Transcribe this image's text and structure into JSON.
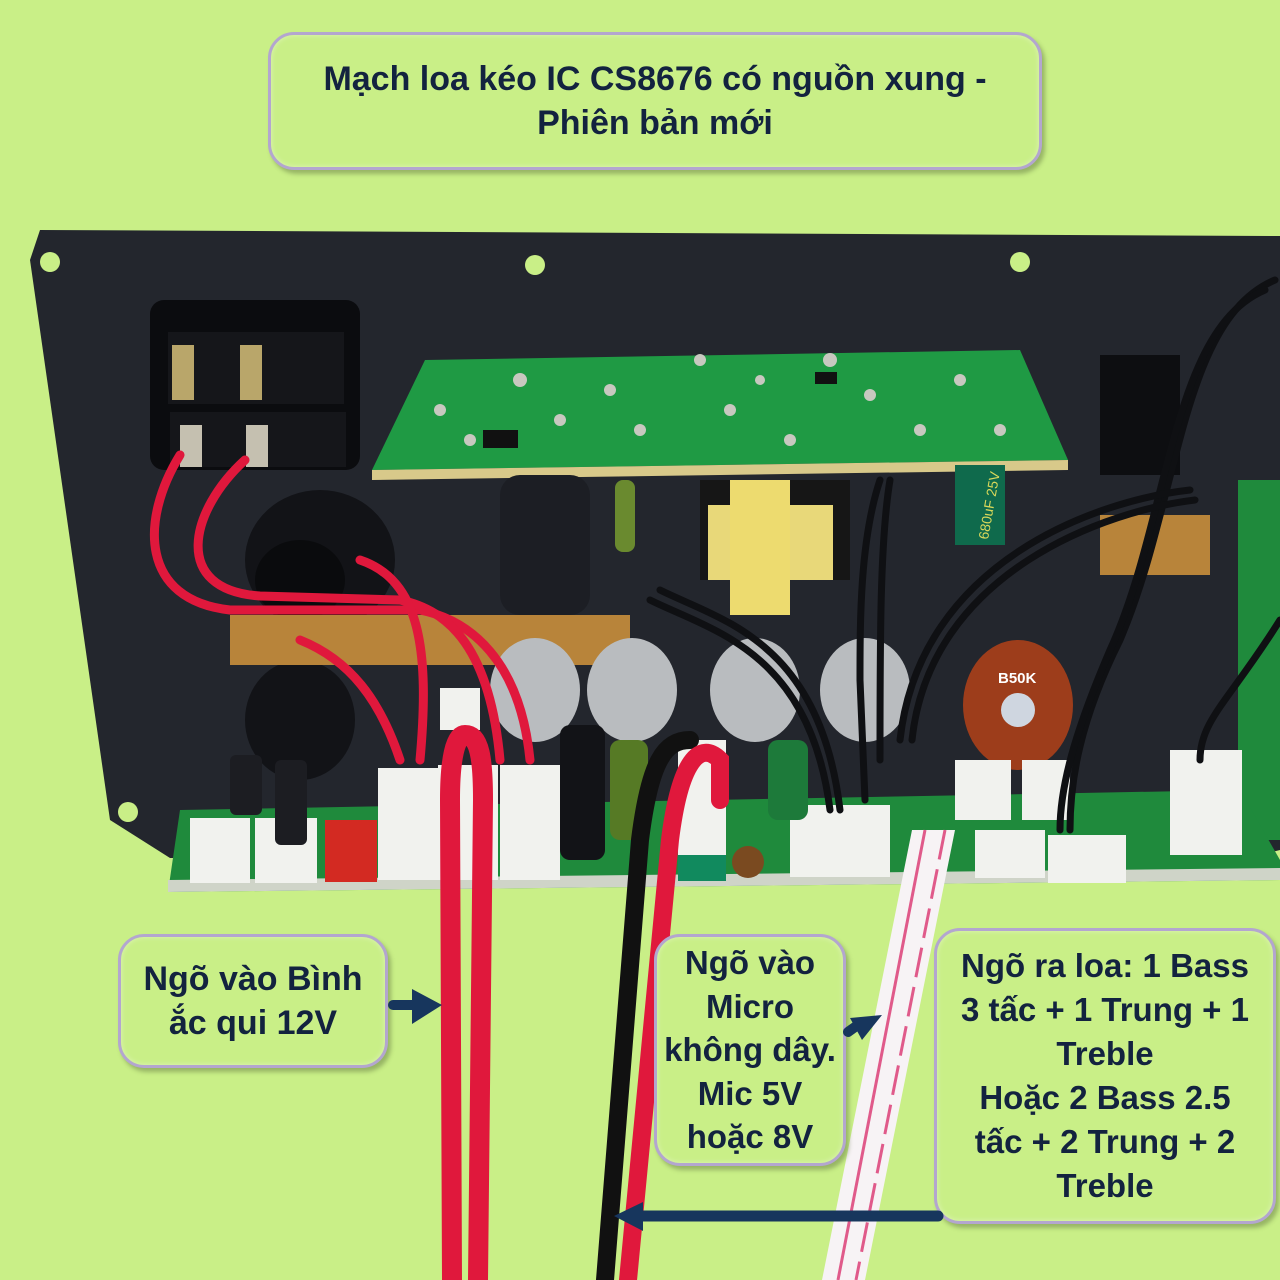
{
  "title": {
    "lines": [
      "Mạch loa kéo IC CS8676 có nguồn xung -",
      "Phiên bản mới"
    ]
  },
  "callouts": {
    "battery_input": {
      "lines": [
        "Ngõ vào Bình",
        "ắc qui 12V"
      ]
    },
    "mic_input": {
      "lines": [
        "Ngõ vào",
        "Micro",
        "không dây.",
        "Mic 5V",
        "hoặc 8V"
      ]
    },
    "speaker_output": {
      "lines": [
        "Ngõ ra loa: 1 Bass",
        "3 tấc + 1 Trung + 1",
        "Treble",
        "Hoặc 2 Bass 2.5",
        "tấc + 2 Trung + 2",
        "Treble"
      ]
    }
  },
  "component_labels": {
    "potentiometer": "B50K",
    "capacitor": "680uF 25V"
  },
  "colors": {
    "background": "#c9ef87",
    "text": "#13233f",
    "callout_border": "#b3a6cf",
    "arrow": "#17365d",
    "panel": "#23262d",
    "pcb": "#1f8a3c",
    "wire_red": "#e0183c"
  }
}
